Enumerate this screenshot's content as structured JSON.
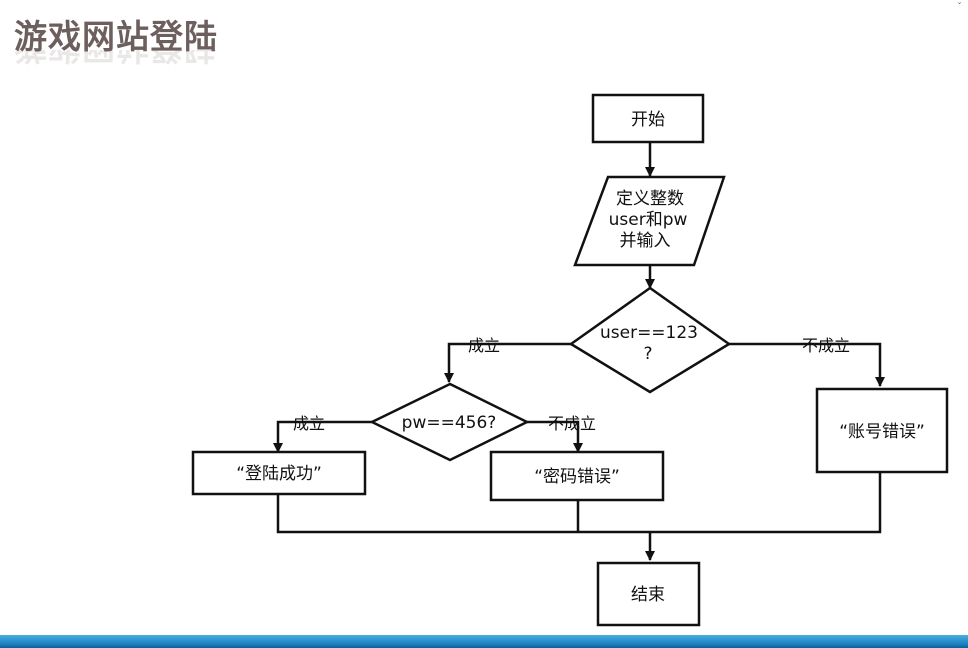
{
  "title": "游戏网站登陆",
  "flowchart": {
    "nodes": {
      "start": "开始",
      "input": [
        "定义整数",
        "user和pw",
        "并输入"
      ],
      "check_user": [
        "user==123",
        "?"
      ],
      "check_pw": "pw==456?",
      "login_success": "“登陆成功”",
      "pw_error": "“密码错误”",
      "account_error": "“账号错误”",
      "end": "结束"
    },
    "edges": {
      "user_yes": "成立",
      "user_no": "不成立",
      "pw_yes": "成立",
      "pw_no": "不成立"
    }
  }
}
